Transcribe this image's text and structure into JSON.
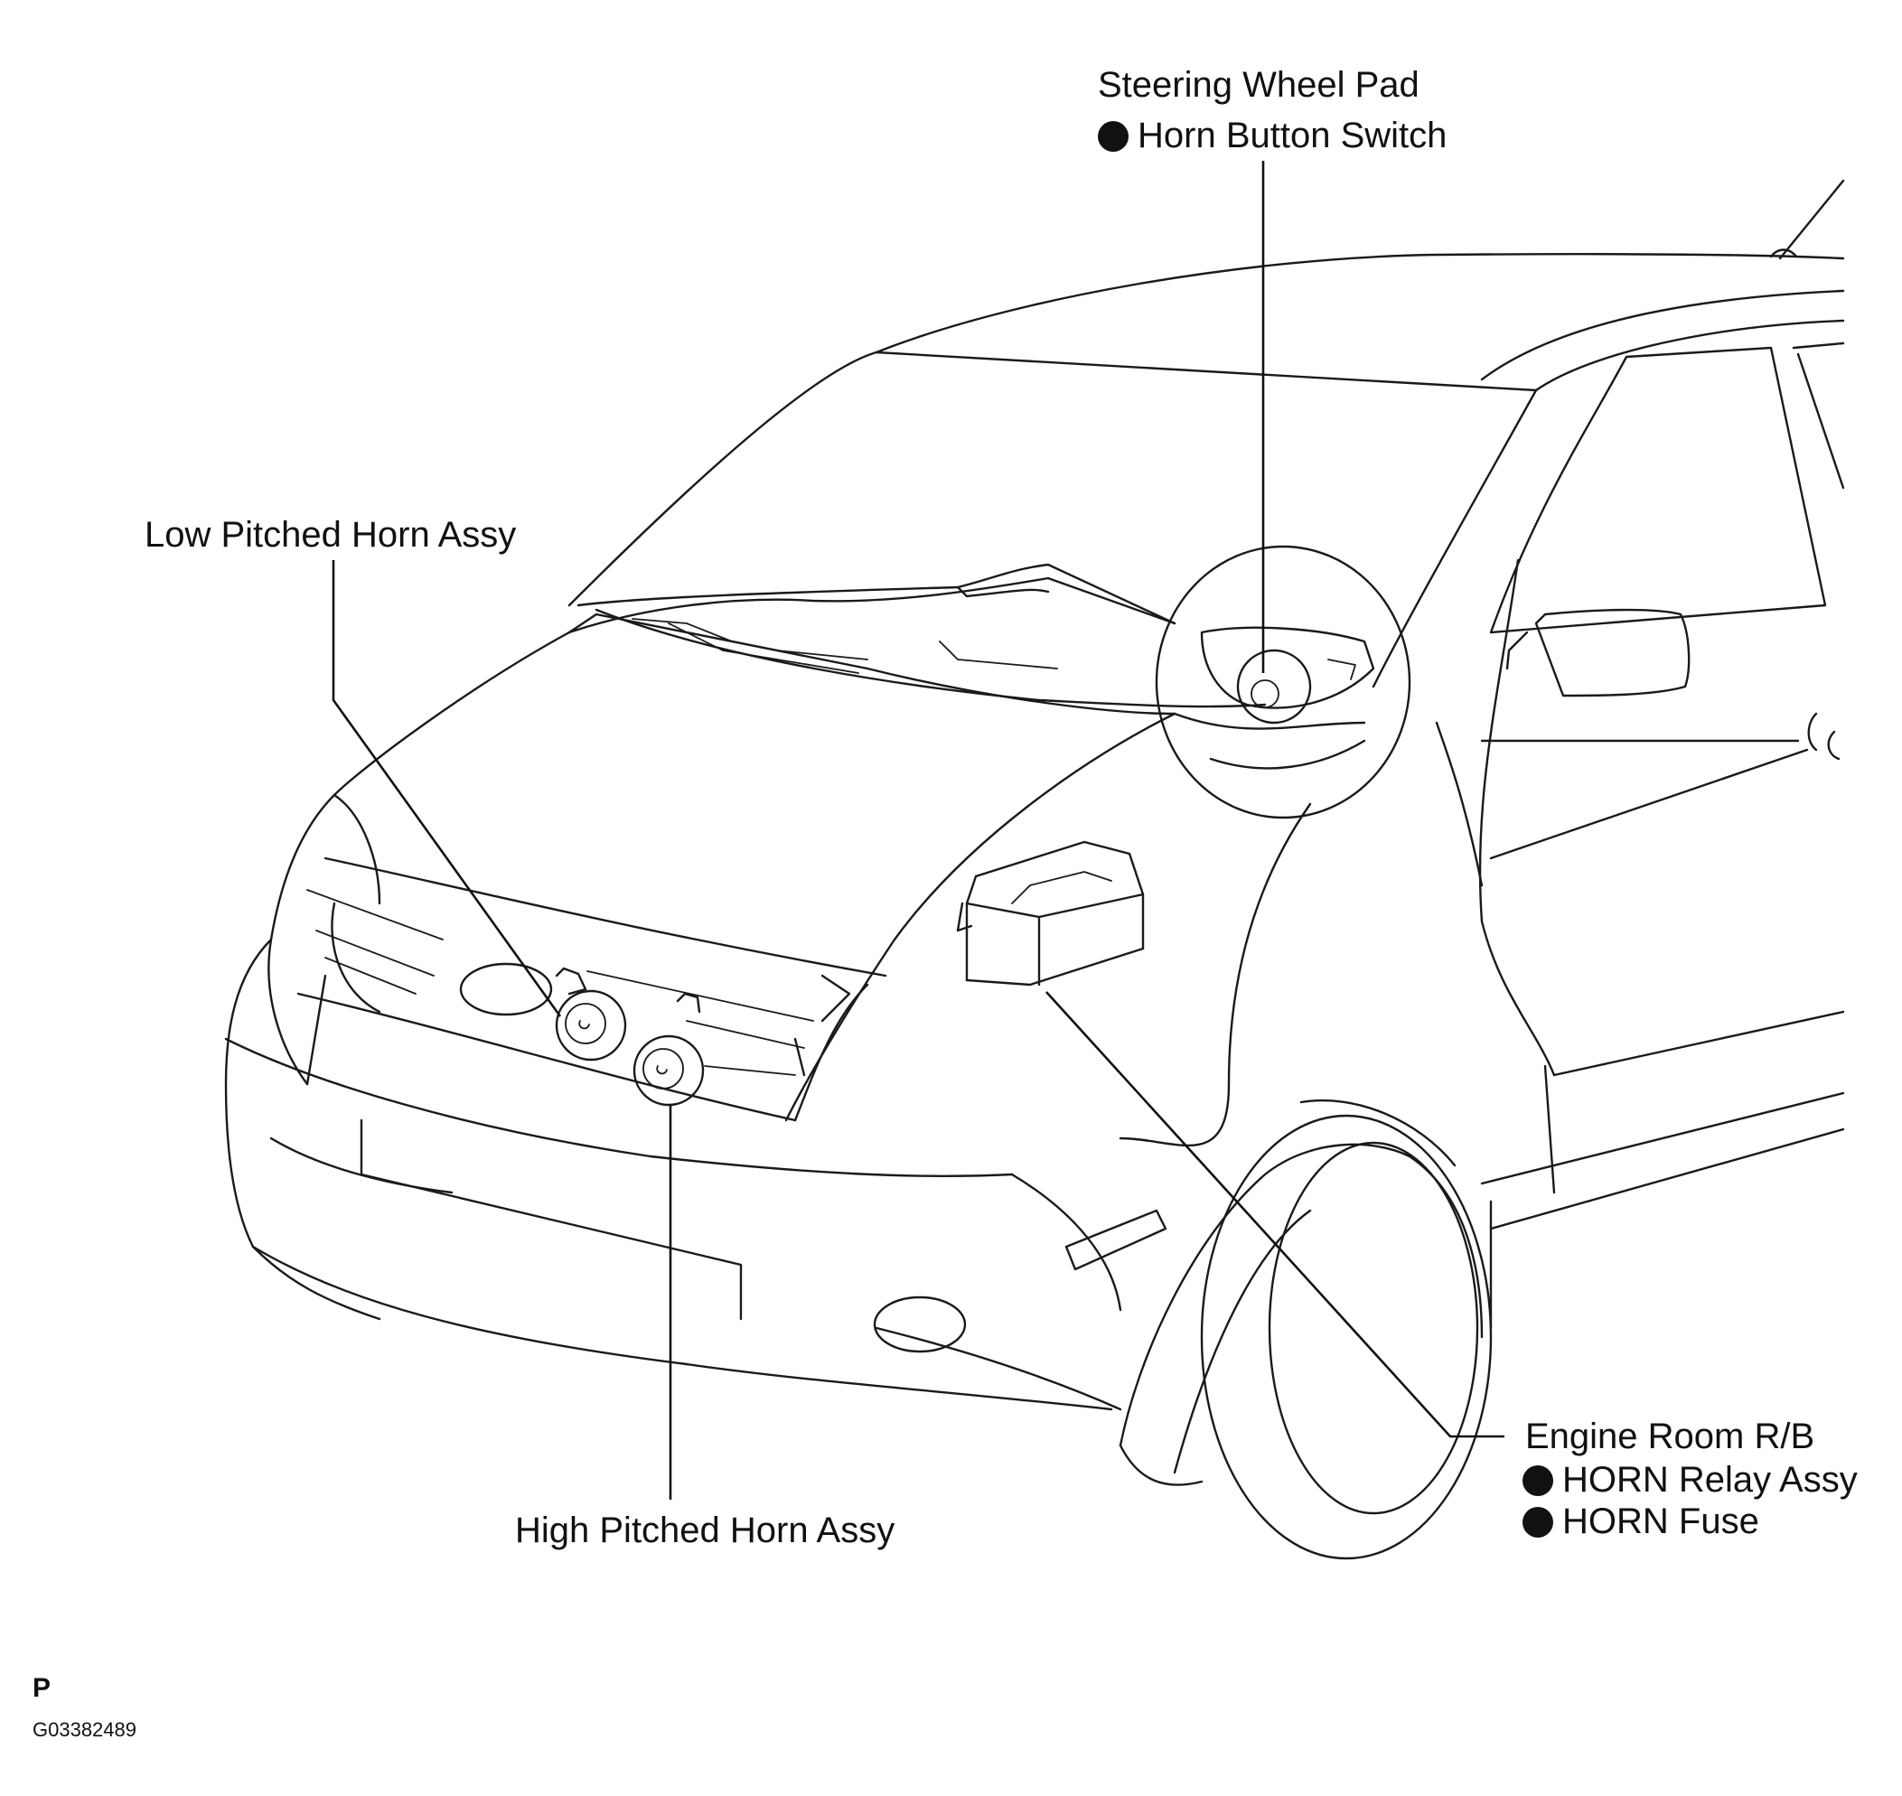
{
  "labels": {
    "steering_wheel_pad": "Steering Wheel Pad",
    "horn_button_switch": "Horn Button Switch",
    "low_pitched_horn": "Low Pitched Horn Assy",
    "high_pitched_horn": "High Pitched Horn Assy",
    "engine_room_rb": "Engine Room R/B",
    "horn_relay": "HORN Relay Assy",
    "horn_fuse": "HORN Fuse"
  },
  "footer": {
    "page_mark": "P",
    "figure_code": "G03382489"
  }
}
